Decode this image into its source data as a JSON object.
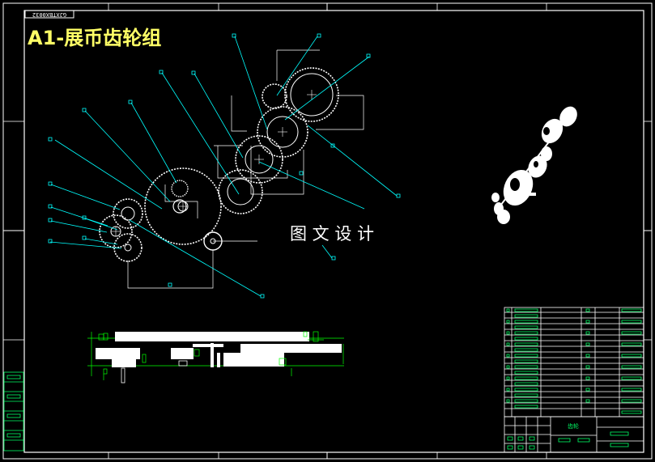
{
  "title": "A1-展币齿轮组",
  "drawing_number": "GJXTBX0032",
  "watermark": "图 文 设 计",
  "colors": {
    "background": "#000000",
    "frame": "#ffffff",
    "title": "#ffff66",
    "leader": "#00ffff",
    "table": "#00ff66",
    "dimension": "#00ff00"
  },
  "title_block": {
    "name_cell": "齿轮"
  },
  "icons": {
    "iso_view": "gear-train-isometric-icon"
  }
}
